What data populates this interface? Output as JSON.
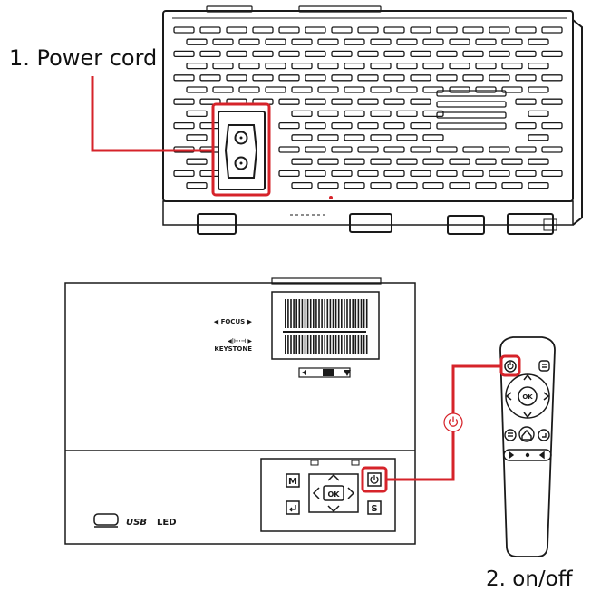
{
  "labels": {
    "power_cord": "1. Power cord",
    "on_off": "2. on/off"
  },
  "front_panel": {
    "focus": "◀ FOCUS ▶",
    "keystone_top": "◀|⊢·⊣|▶",
    "keystone": "KEYSTONE",
    "usb": "USB",
    "led": "LED",
    "btn_m": "M",
    "btn_s": "S",
    "btn_ok": "OK"
  },
  "remote": {
    "ok": "OK"
  },
  "colors": {
    "highlight": "#d6232a",
    "line": "#1a1a1a"
  }
}
